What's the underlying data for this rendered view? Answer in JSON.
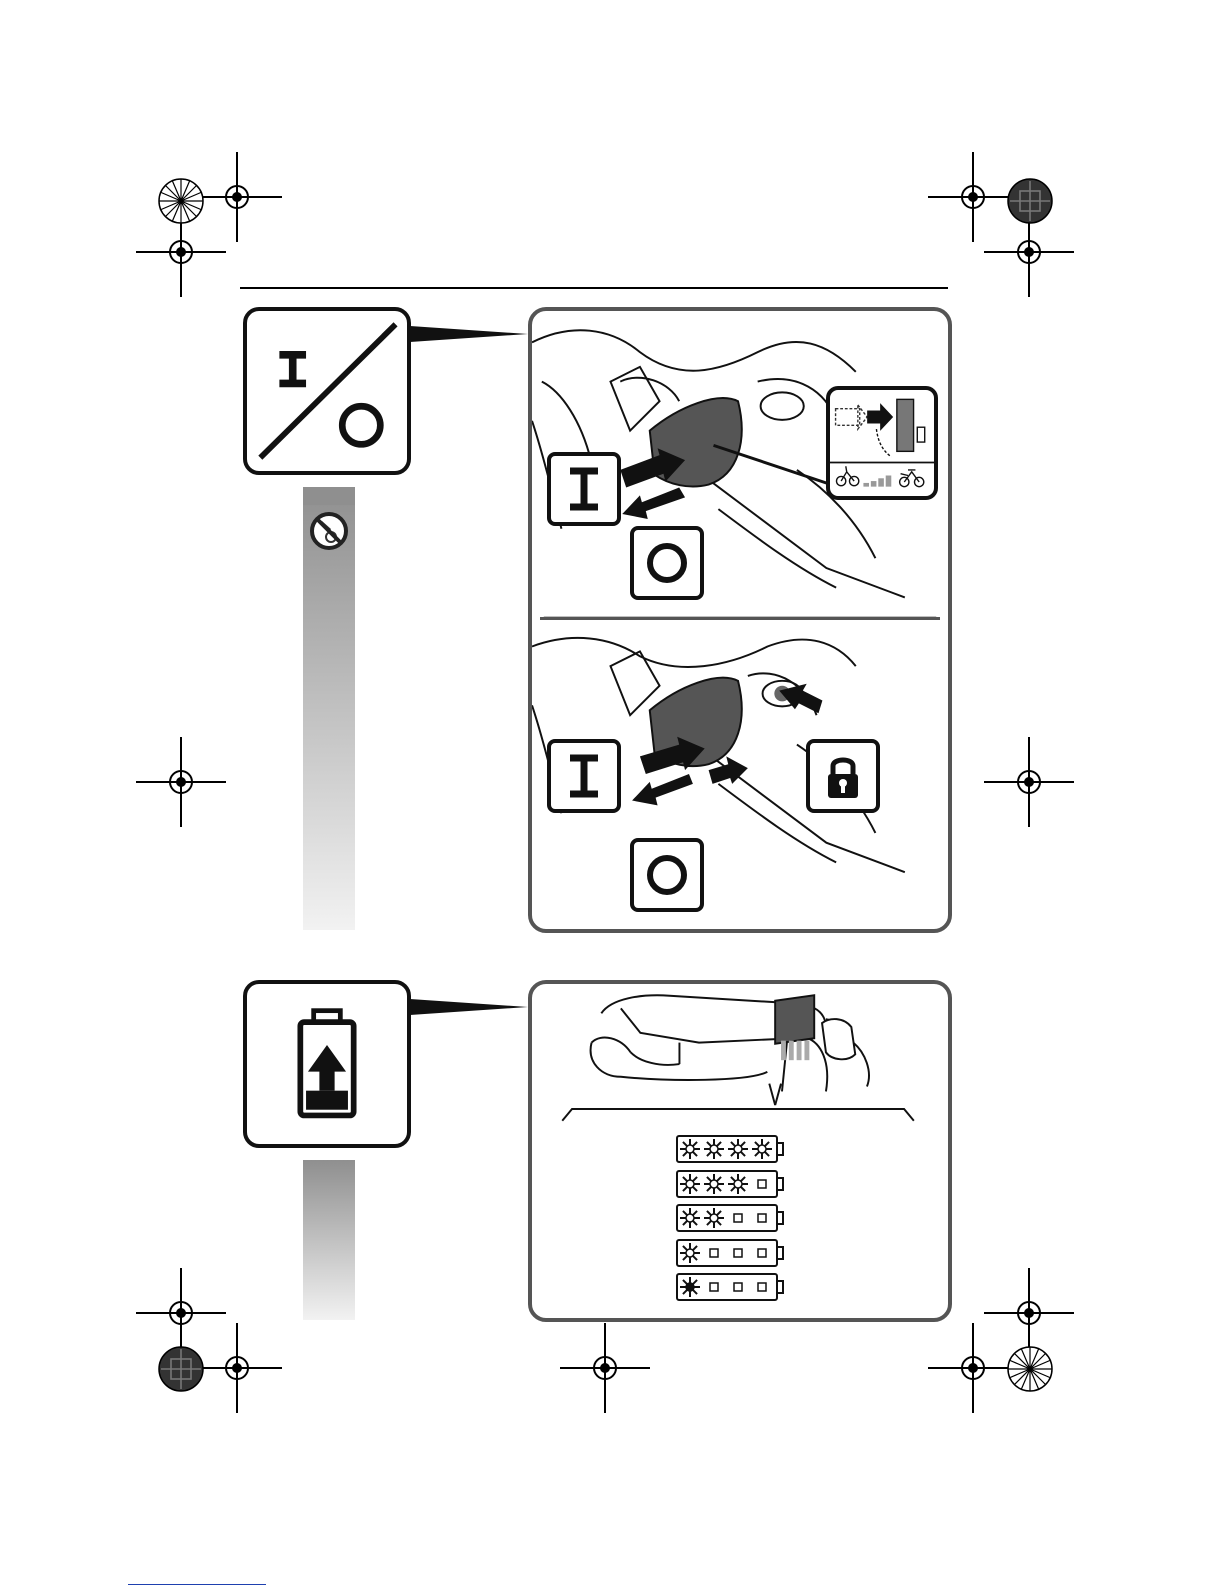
{
  "page": {
    "on_symbol": "I",
    "off_symbol": "O"
  },
  "icons": {
    "power_switch": "on-off-switch-icon",
    "no_hand_tool": "no-tool-prohibition-icon",
    "lock": "lock-icon",
    "battery_charge": "battery-charge-icon",
    "registration": "registration-target-icon",
    "sunburst": "color-calibration-sunburst-icon"
  },
  "charge_levels": [
    {
      "lit": 4,
      "total": 4
    },
    {
      "lit": 3,
      "total": 4
    },
    {
      "lit": 2,
      "total": 4
    },
    {
      "lit": 1,
      "total": 4
    },
    {
      "lit": 1,
      "total": 4,
      "blinking": true
    }
  ],
  "colors": {
    "ink": "#111111",
    "panel_border": "#555555",
    "bar_dark": "#8f8f8f",
    "bar_light": "#f2f2f2",
    "trigger_fill": "#555555"
  }
}
